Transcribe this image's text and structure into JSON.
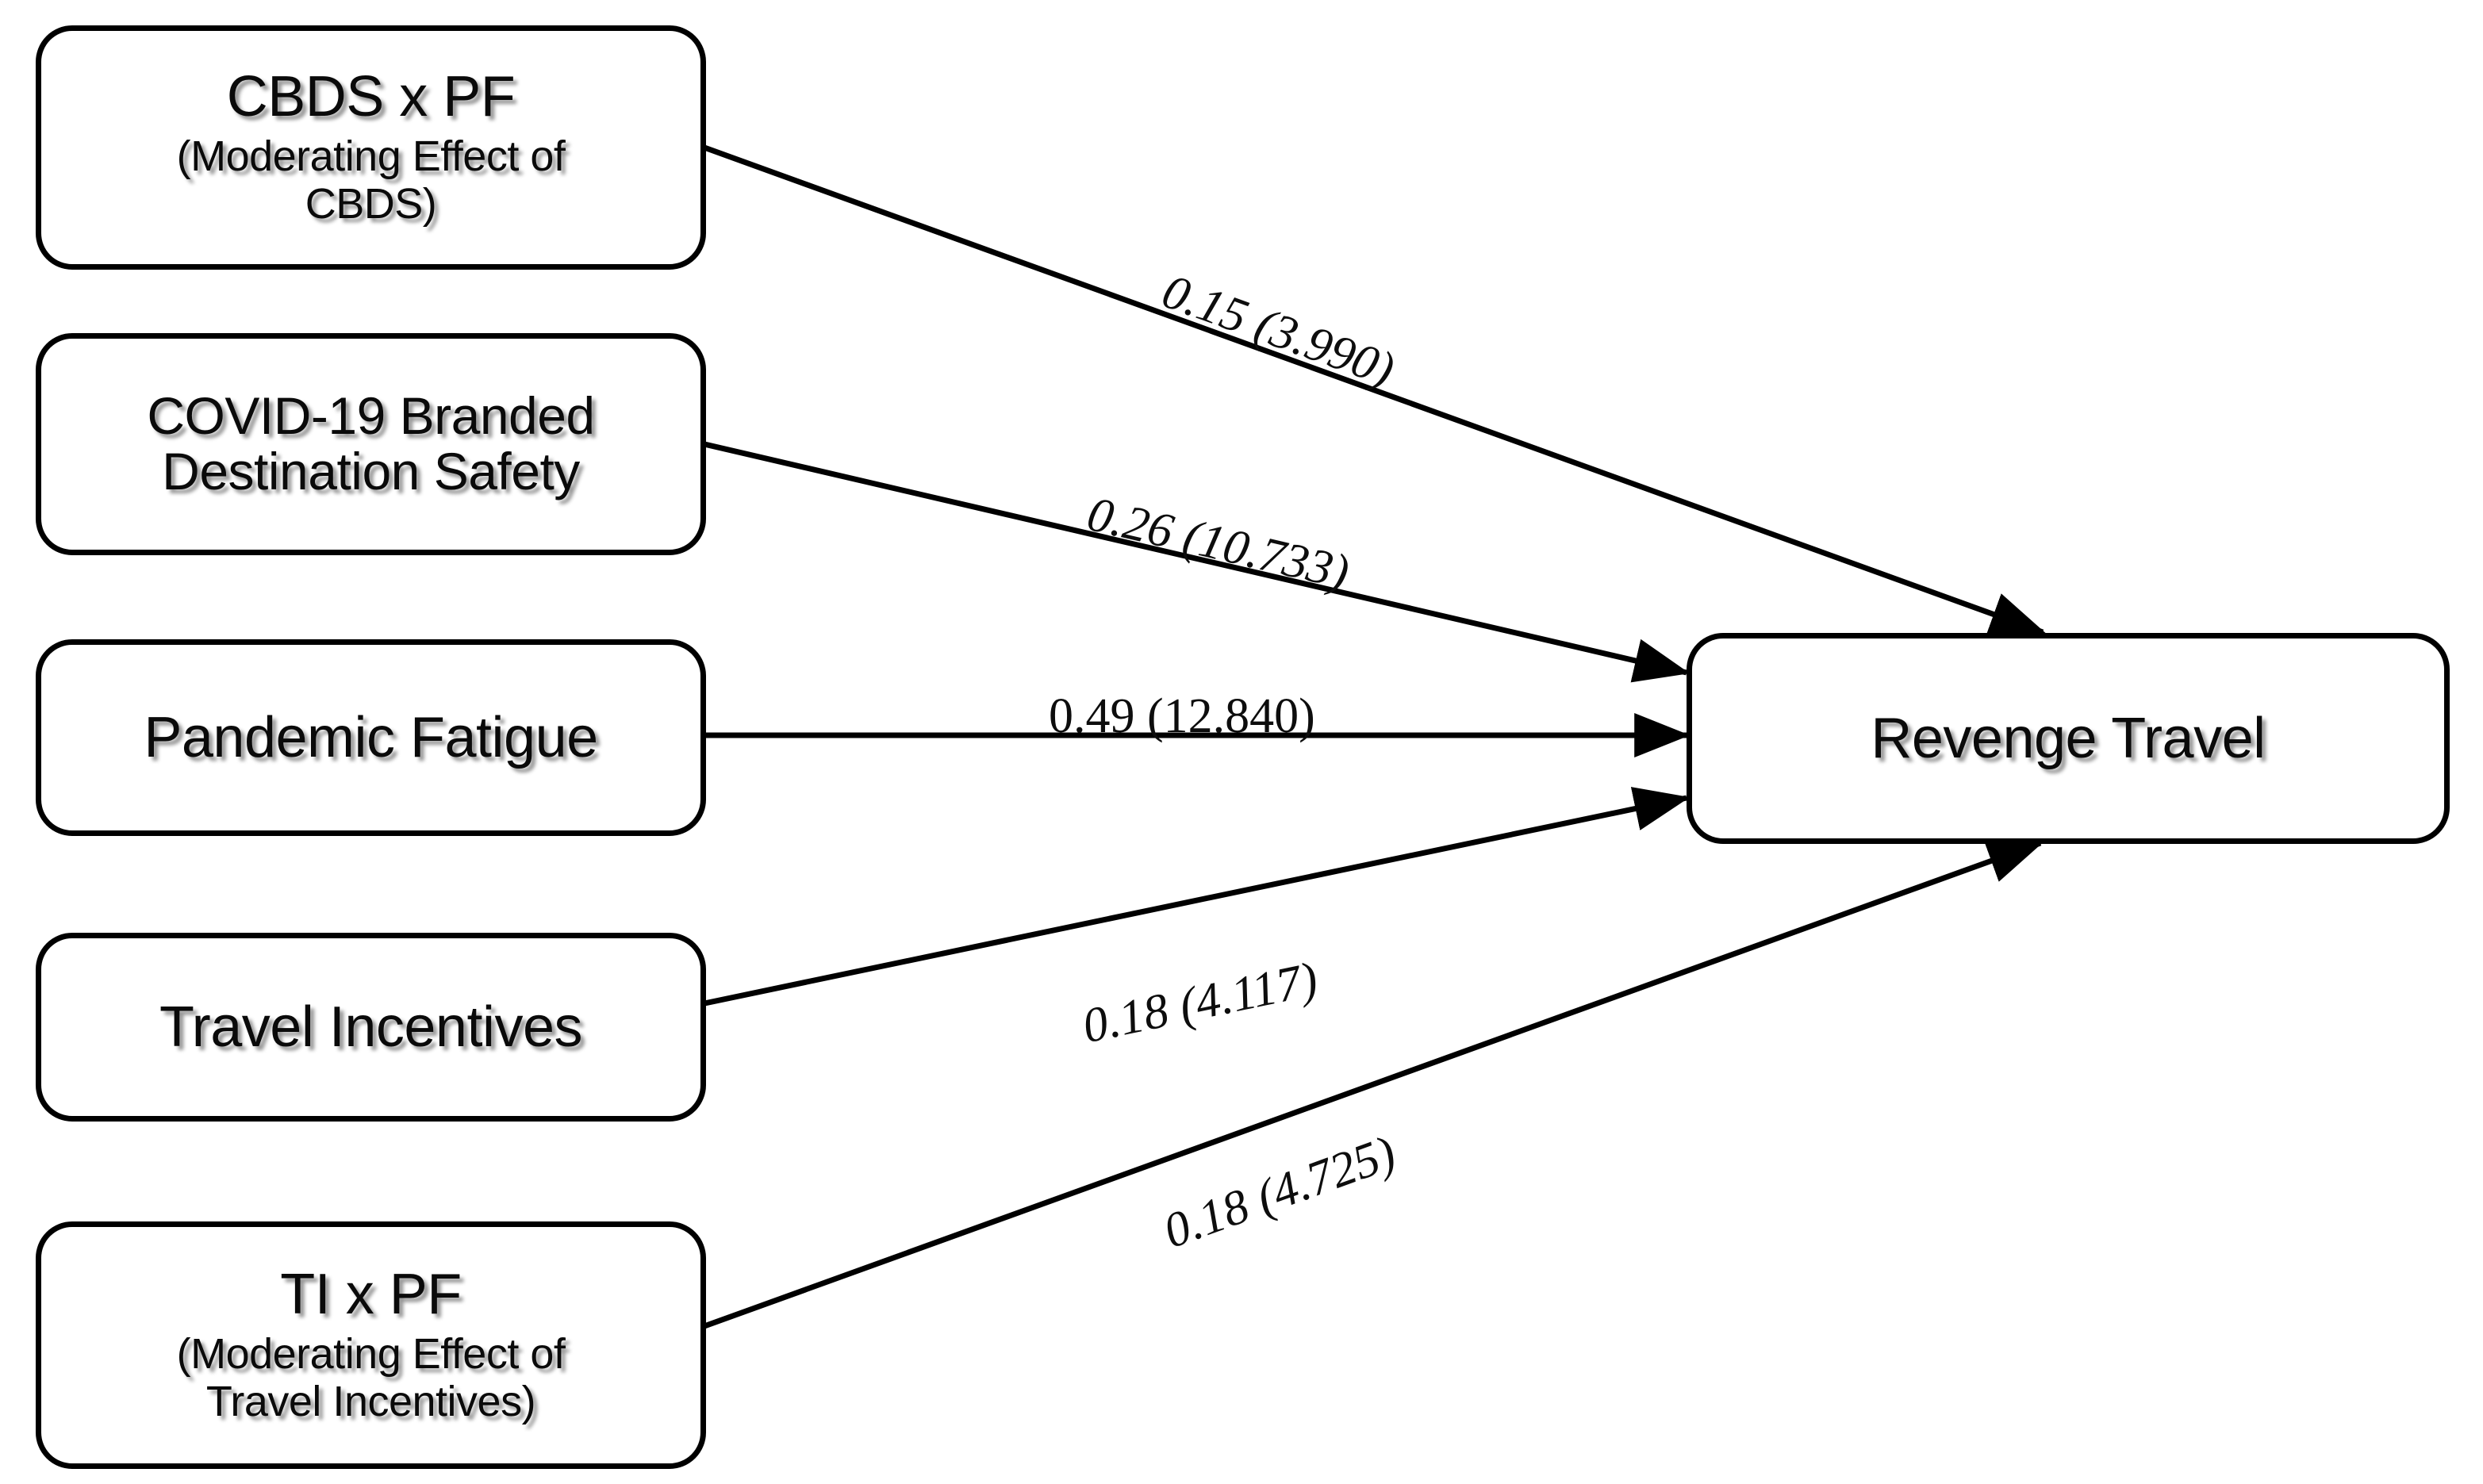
{
  "diagram": {
    "type": "path-model",
    "title_text": "",
    "outcome": {
      "id": "revenge-travel",
      "label": "Revenge Travel"
    },
    "predictors": [
      {
        "id": "cbds-x-pf",
        "title": "CBDS x PF",
        "subtitle": "(Moderating Effect of\nCBDS)"
      },
      {
        "id": "covid-branded-destination-safety",
        "title": "COVID-19 Branded\nDestination Safety",
        "subtitle": ""
      },
      {
        "id": "pandemic-fatigue",
        "title": "Pandemic Fatigue",
        "subtitle": ""
      },
      {
        "id": "travel-incentives",
        "title": "Travel Incentives",
        "subtitle": ""
      },
      {
        "id": "ti-x-pf",
        "title": "TI x PF",
        "subtitle": "(Moderating Effect of\nTravel Incentives)"
      }
    ],
    "paths": [
      {
        "id": "path-cbds-x-pf",
        "from": "cbds-x-pf",
        "to": "revenge-travel",
        "coefficient": 0.15,
        "t_value": 3.99,
        "label": "0.15 (3.990)"
      },
      {
        "id": "path-cbds",
        "from": "covid-branded-destination-safety",
        "to": "revenge-travel",
        "coefficient": 0.26,
        "t_value": 10.733,
        "label": "0.26 (10.733)"
      },
      {
        "id": "path-pandemic-fatigue",
        "from": "pandemic-fatigue",
        "to": "revenge-travel",
        "coefficient": 0.49,
        "t_value": 12.84,
        "label": "0.49 (12.840)"
      },
      {
        "id": "path-travel-incentives",
        "from": "travel-incentives",
        "to": "revenge-travel",
        "coefficient": 0.18,
        "t_value": 4.117,
        "label": "0.18 (4.117)"
      },
      {
        "id": "path-ti-x-pf",
        "from": "ti-x-pf",
        "to": "revenge-travel",
        "coefficient": 0.18,
        "t_value": 4.725,
        "label": "0.18 (4.725)"
      }
    ],
    "colors": {
      "line": "#000000",
      "box_border": "#000000",
      "box_fill": "#ffffff",
      "text": "#0a0a0a",
      "background": "#ffffff"
    }
  }
}
